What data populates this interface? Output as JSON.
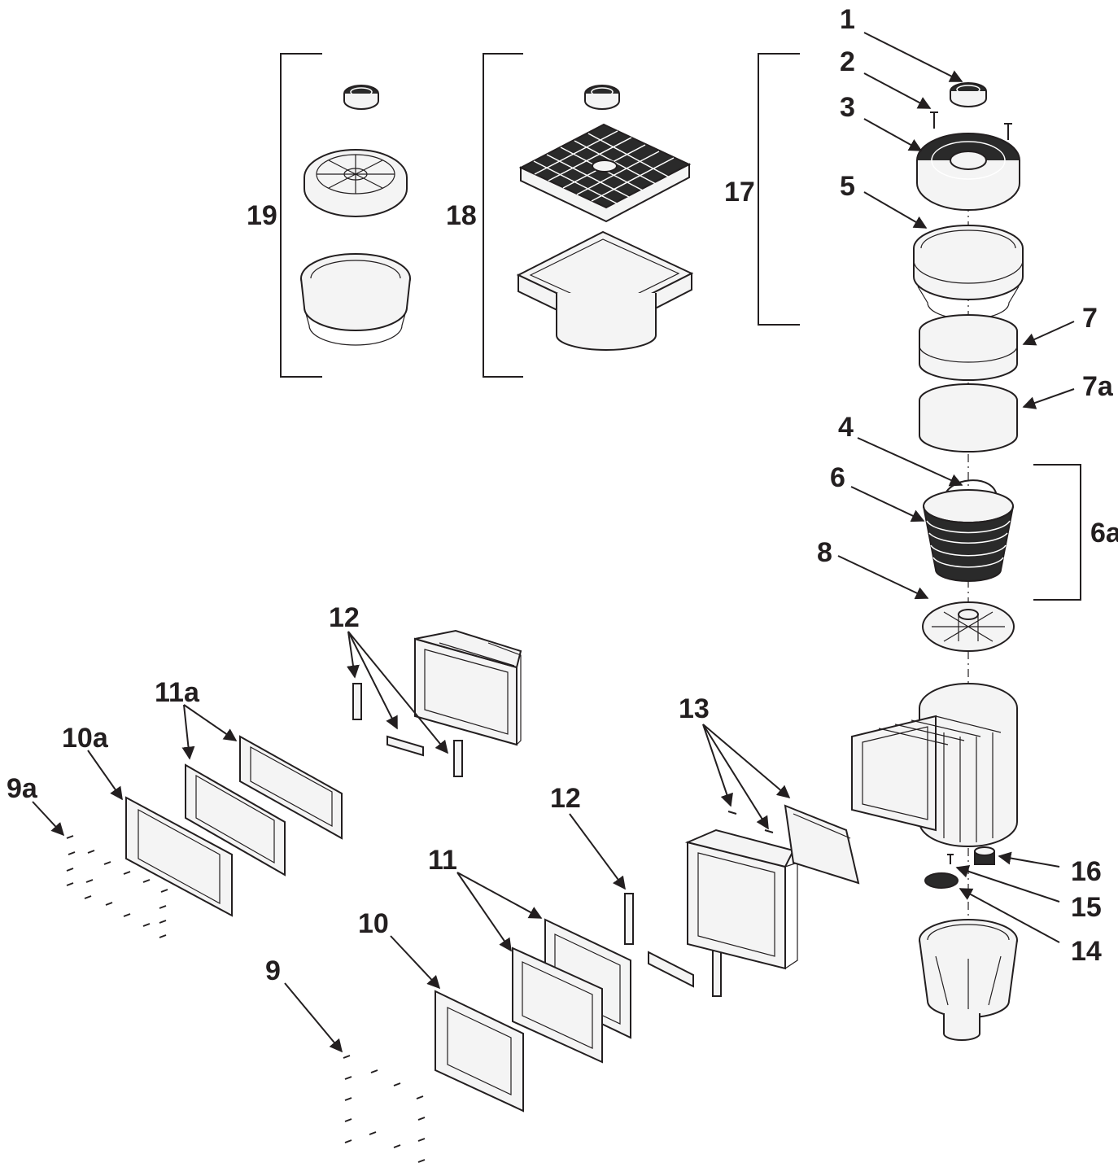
{
  "diagram": {
    "labels": {
      "l1": "1",
      "l2": "2",
      "l3": "3",
      "l4": "4",
      "l5": "5",
      "l6": "6",
      "l6a": "6a",
      "l7": "7",
      "l7a": "7a",
      "l8": "8",
      "l9": "9",
      "l9a": "9a",
      "l10": "10",
      "l10a": "10a",
      "l11": "11",
      "l11a": "11a",
      "l12a": "12",
      "l12b": "12",
      "l13": "13",
      "l14": "14",
      "l15": "15",
      "l16": "16",
      "l17": "17",
      "l18": "18",
      "l19": "19"
    },
    "colors": {
      "ink": "#231f20",
      "part_fill": "#f4f4f4",
      "dark_fill": "#2a2a2a",
      "background": "#ffffff"
    }
  }
}
